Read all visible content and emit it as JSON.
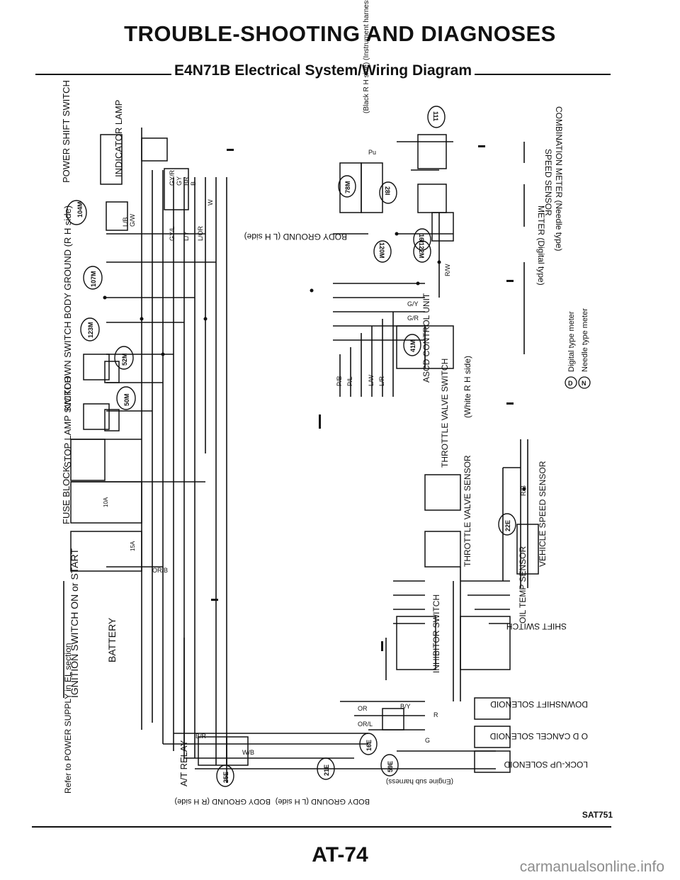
{
  "header": {
    "title": "TROUBLE-SHOOTING AND DIAGNOSES",
    "subtitle": "E4N71B Electrical System/Wiring Diagram"
  },
  "left_components": [
    "POWER SHIFT SWITCH",
    "INDICATOR LAMP",
    "BODY GROUND (R H side)",
    "KICKDOWN SWITCH",
    "STOP LAMP SWITCH",
    "FUSE BLOCK",
    "IGNITION SWITCH ON or START",
    "BATTERY",
    "Refer to POWER SUPPLY in EL section",
    "A/T RELAY"
  ],
  "right_components": [
    "SPEED SENSOR",
    "COMBINATION METER (Needle type)",
    "METER (Digital type)",
    "BODY GROUND (L H side)",
    "ASCD CONTROL UNIT",
    "(White R H side)",
    "THROTTLE VALVE SWITCH",
    "THROTTLE VALVE SENSOR",
    "VEHICLE SPEED SENSOR",
    "OIL TEMP SENSOR",
    "INHIBITOR SWITCH",
    "SHIFT SWITCH",
    "DOWNSHIFT SOLENOID",
    "O D CANCEL SOLENOID",
    "LOCK-UP SOLENOID",
    "(Engine sub harness)",
    "(Black R H side) (Instrument harness)"
  ],
  "bottom_grounds": [
    "BODY GROUND (R H side)",
    "BODY GROUND (L H side)"
  ],
  "legend": [
    {
      "symbol": "D",
      "text": "Digital type meter"
    },
    {
      "symbol": "N",
      "text": "Needle type meter"
    }
  ],
  "connectors": [
    "104M",
    "107M",
    "123M",
    "52M",
    "50M",
    "78M",
    "28I",
    "111",
    "16I",
    "120M",
    "122M",
    "41M",
    "22E",
    "21E",
    "16E",
    "59E",
    "25E"
  ],
  "wire_codes": [
    "GY/R",
    "GY",
    "BR",
    "B",
    "G/W",
    "L/B",
    "GY/L",
    "L/Y",
    "L/OR",
    "W",
    "OR/B",
    "R/W",
    "P/B",
    "P/L",
    "L/W",
    "L/R",
    "G/Y",
    "G/R",
    "B/R",
    "R/B",
    "OR",
    "OR/L",
    "B/Y",
    "R",
    "G",
    "W/B",
    "Pu"
  ],
  "fuse_ratings": [
    "10A",
    "15A"
  ],
  "footer": {
    "drawing_code": "SAT751",
    "page_number": "AT-74",
    "watermark": "carmanualsonline.info"
  }
}
